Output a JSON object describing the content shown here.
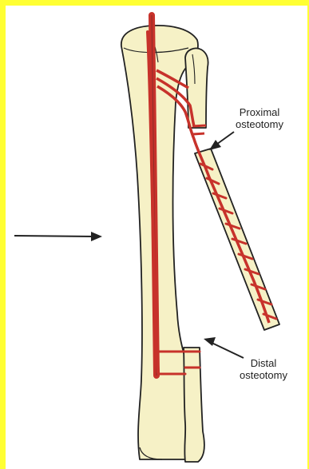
{
  "labels": {
    "proximal_line1": "Proximal",
    "proximal_line2": "osteotomy",
    "distal_line1": "Distal",
    "distal_line2": "osteotomy"
  },
  "colors": {
    "frame": "#ffff33",
    "bone_fill": "#f6f1c6",
    "outline": "#222222",
    "wire": "#c7322b"
  }
}
